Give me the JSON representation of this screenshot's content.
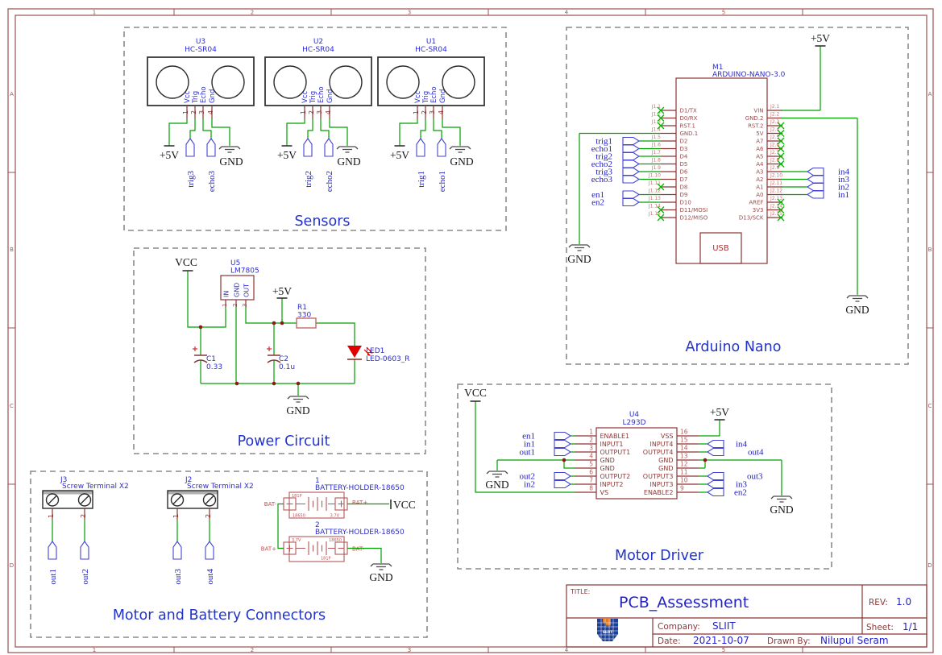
{
  "ports": {
    "p5v": "+5V",
    "gnd": "GND",
    "vcc": "VCC"
  },
  "frame": {
    "cols": [
      "1",
      "2",
      "3",
      "4",
      "5"
    ],
    "rows": [
      "A",
      "B",
      "C",
      "D"
    ]
  },
  "sections": {
    "sensors": "Sensors",
    "arduino": "Arduino Nano",
    "power": "Power Circuit",
    "motor": "Motor Driver",
    "connectors": "Motor and Battery Connectors"
  },
  "sensors": {
    "pins": [
      "Vcc",
      "Trig",
      "Echo",
      "Gnd"
    ],
    "nums": [
      "1",
      "2",
      "3",
      "4"
    ],
    "units": [
      {
        "ref": "U3",
        "part": "HC-SR04",
        "trig": "trig3",
        "echo": "echo3"
      },
      {
        "ref": "U2",
        "part": "HC-SR04",
        "trig": "trig2",
        "echo": "echo2"
      },
      {
        "ref": "U1",
        "part": "HC-SR04",
        "trig": "trig1",
        "echo": "echo1"
      }
    ]
  },
  "arduino": {
    "ref": "M1",
    "part": "ARDUINO-NANO-3.0",
    "usb": "USB",
    "left_pins": [
      "D1/TX",
      "D0/RX",
      "RST.1",
      "GND.1",
      "D2",
      "D3",
      "D4",
      "D5",
      "D6",
      "D7",
      "D8",
      "D9",
      "D10",
      "D11/MOSI",
      "D12/MISO"
    ],
    "left_nums": [
      "J1.1",
      "J1.2",
      "J1.3",
      "J1.4",
      "J1.5",
      "J1.6",
      "J1.7",
      "J1.8",
      "J1.9",
      "J1.10",
      "J1.11",
      "J1.12",
      "J1.13",
      "J1.14",
      "J1.15"
    ],
    "right_pins": [
      "VIN",
      "GND.2",
      "RST.2",
      "5V",
      "A7",
      "A6",
      "A5",
      "A4",
      "A3",
      "A2",
      "A1",
      "A0",
      "AREF",
      "3V3",
      "D13/SCK"
    ],
    "right_nums": [
      "J2.1",
      "J2.2",
      "J2.3",
      "J2.4",
      "J2.5",
      "J2.6",
      "J2.7",
      "J2.8",
      "J2.9",
      "J2.10",
      "J2.11",
      "J2.12",
      "J2.13",
      "J2.14",
      "J2.15"
    ],
    "left_flags": [
      "trig1",
      "echo1",
      "trig2",
      "echo2",
      "trig3",
      "echo3"
    ],
    "en_flags": [
      "en1",
      "en2"
    ],
    "right_flags": [
      "in4",
      "in3",
      "in2",
      "in1"
    ]
  },
  "power": {
    "ref": "U5",
    "part": "LM7805",
    "pins": [
      "IN",
      "GND",
      "OUT"
    ],
    "nums": [
      "1",
      "2",
      "3"
    ],
    "r_ref": "R1",
    "r_val": "330",
    "led_ref": "LED1",
    "led_part": "LED-0603_R",
    "c1_ref": "C1",
    "c1_val": "0.33",
    "c2_ref": "C2",
    "c2_val": "0.1u"
  },
  "motor": {
    "ref": "U4",
    "part": "L293D",
    "left_pins": [
      "ENABLE1",
      "INPUT1",
      "OUTPUT1",
      "GND",
      "GND",
      "OUTPUT2",
      "INPUT2",
      "VS"
    ],
    "left_nums": [
      "1",
      "2",
      "3",
      "4",
      "5",
      "6",
      "7",
      "8"
    ],
    "right_pins": [
      "VSS",
      "INPUT4",
      "OUTPUT4",
      "GND",
      "GND",
      "OUTPUT3",
      "INPUT3",
      "ENABLE2"
    ],
    "right_nums": [
      "16",
      "15",
      "14",
      "13",
      "12",
      "11",
      "10",
      "9"
    ],
    "left_labels": [
      "en1",
      "in1",
      "out1",
      "out2",
      "in2"
    ],
    "right_labels": [
      "in4",
      "out4",
      "out3",
      "in3",
      "en2"
    ]
  },
  "connectors": {
    "j3": {
      "ref": "J3",
      "part": "Screw Terminal X2",
      "nums": [
        "1",
        "2"
      ],
      "flags": [
        "out1",
        "out2"
      ]
    },
    "j2": {
      "ref": "J2",
      "part": "Screw Terminal X2",
      "nums": [
        "1",
        "2"
      ],
      "flags": [
        "out3",
        "out4"
      ]
    },
    "bat1": {
      "ref": "1",
      "part": "BATTERY-HOLDER-18650",
      "neg": "BAT-",
      "pos": "BAT+",
      "t1": "181P",
      "t2": "18650",
      "t3": "3.7V"
    },
    "bat2": {
      "ref": "2",
      "part": "BATTERY-HOLDER-18650",
      "pos": "BAT+",
      "neg": "BAT-",
      "t1": "3.7V",
      "t2": "18650",
      "t3": "181P"
    }
  },
  "titleblock": {
    "title_label": "TITLE:",
    "title": "PCB_Assessment",
    "rev_label": "REV:",
    "rev": "1.0",
    "company_label": "Company:",
    "company": "SLIIT",
    "sheet_label": "Sheet:",
    "sheet": "1/1",
    "date_label": "Date:",
    "date": "2021-10-07",
    "drawn_label": "Drawn By:",
    "drawn": "Nilupul Seram",
    "logo_text": "SLIIT"
  }
}
